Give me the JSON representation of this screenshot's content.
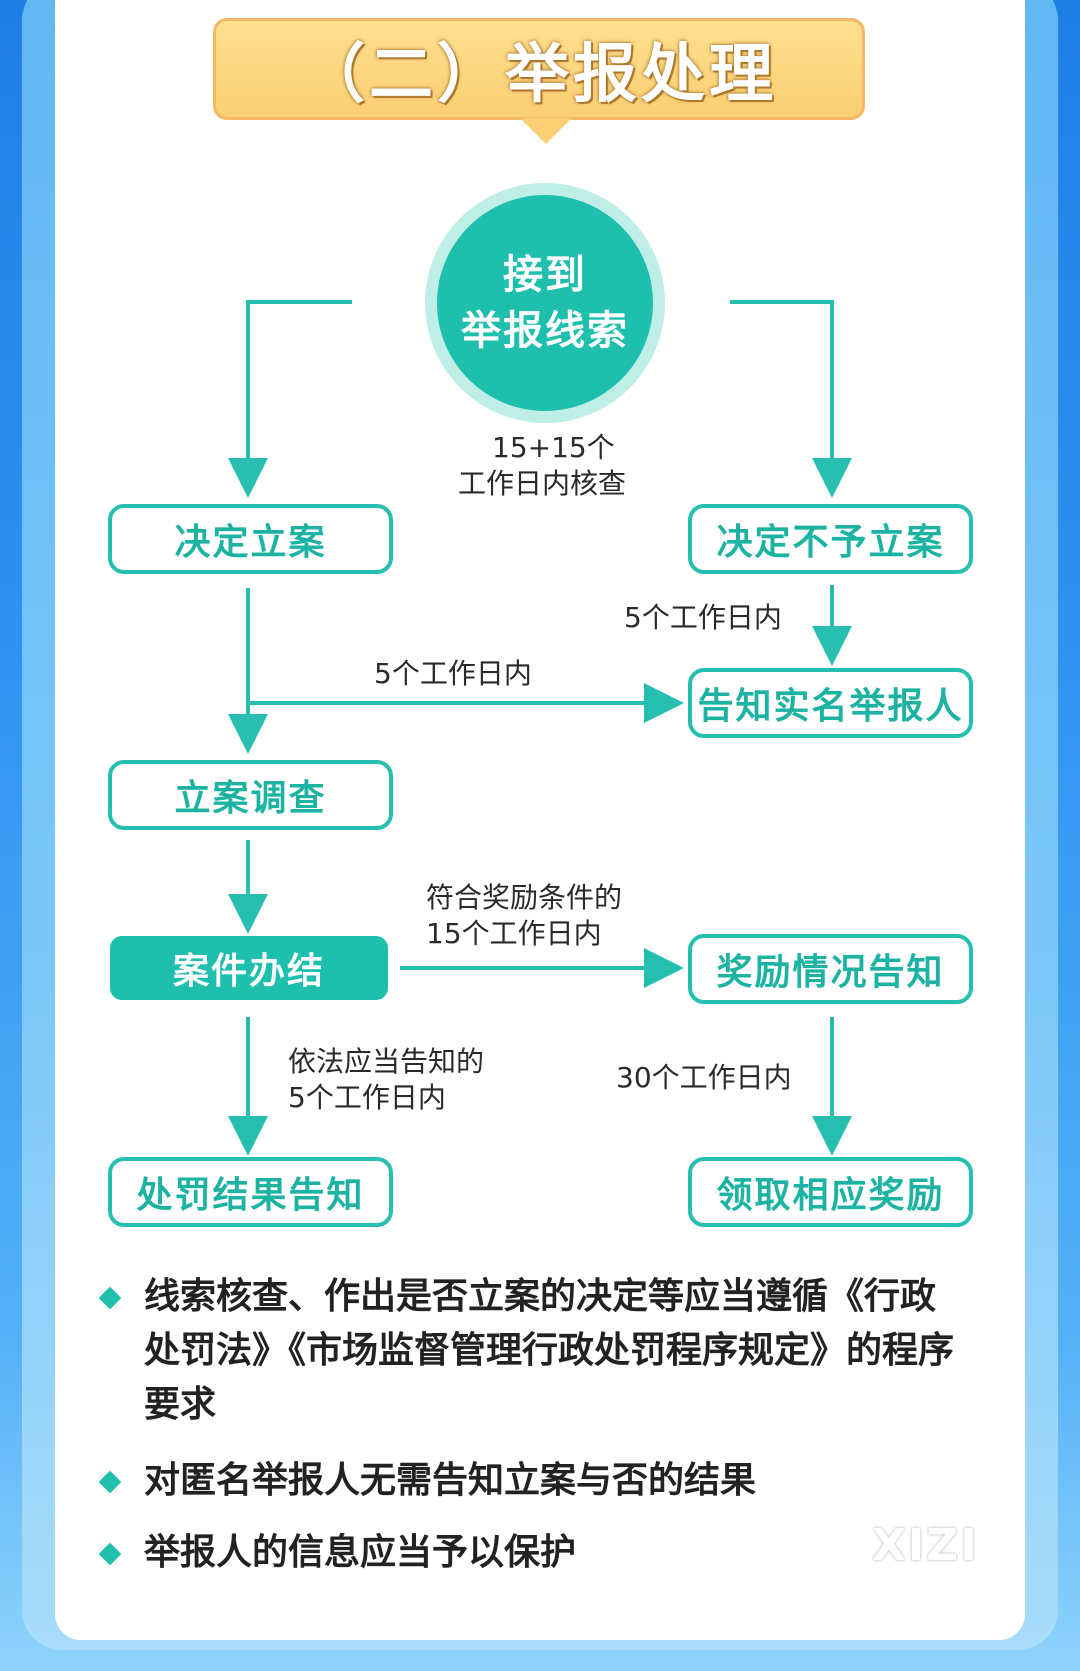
{
  "title": "（二）举报处理",
  "start_node": {
    "line1": "接到",
    "line2": "举报线索"
  },
  "nodes": {
    "decide_file": "决定立案",
    "decide_not_file": "决定不予立案",
    "notify_reporter": "告知实名举报人",
    "investigation": "立案调查",
    "case_closed": "案件办结",
    "reward_notice": "奖励情况告知",
    "penalty_notice": "处罚结果告知",
    "receive_reward": "领取相应奖励"
  },
  "edge_labels": {
    "verify_line1": "15+15个",
    "verify_line2": "工作日内核查",
    "not_file_to_notify": "5个工作日内",
    "file_to_notify": "5个工作日内",
    "reward_line1": "符合奖励条件的",
    "reward_line2": "15个工作日内",
    "penalty_line1": "依法应当告知的",
    "penalty_line2": "5个工作日内",
    "reward_receive": "30个工作日内"
  },
  "notes": [
    "线索核查、作出是否立案的决定等应当遵循《行政处罚法》《市场监督管理行政处罚程序规定》的程序要求",
    "对匿名举报人无需告知立案与否的结果",
    "举报人的信息应当予以保护"
  ],
  "watermark": "XIZI",
  "colors": {
    "teal": "#1fbfad",
    "title_bg": "#fbcf73",
    "background": "#2f93f0"
  }
}
